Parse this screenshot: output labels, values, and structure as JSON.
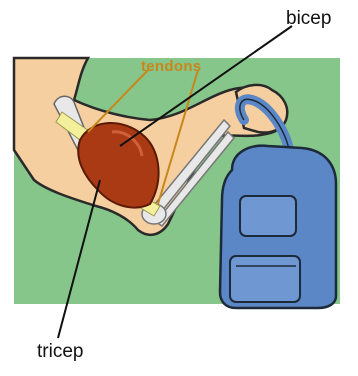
{
  "labels": {
    "bicep": "bicep",
    "tricep": "tricep",
    "tendons": "tendons"
  },
  "colors": {
    "background": "#86c68a",
    "skin": "#f5cfa0",
    "muscle": "#a93a14",
    "tendon": "#f4ef9a",
    "bone": "#e8e8e8",
    "backpack": "#5b87c7",
    "outline": "#1d2a3a",
    "tendon_label": "#c8861b"
  }
}
